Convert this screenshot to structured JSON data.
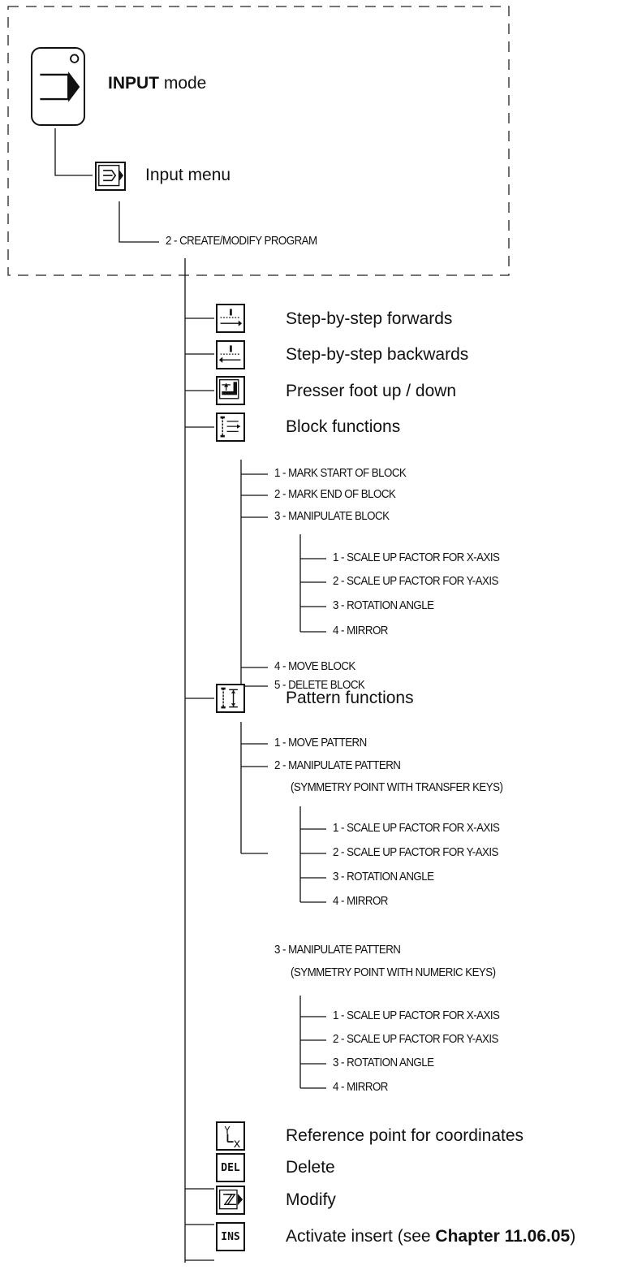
{
  "header": {
    "mode_bold": "INPUT",
    "mode_rest": " mode",
    "input_menu": "Input menu",
    "create_modify": "2 -  CREATE/MODIFY PROGRAM"
  },
  "functions": {
    "step_forwards": "Step-by-step forwards",
    "step_backwards": "Step-by-step backwards",
    "presser_foot": "Presser foot up / down",
    "block_functions": "Block functions",
    "pattern_functions": "Pattern functions",
    "reference_point": "Reference point for coordinates",
    "delete": "Delete",
    "modify": "Modify",
    "activate_insert_main": "Activate insert",
    "activate_insert_see": " (see ",
    "activate_insert_chapter": "Chapter 11.06.05",
    "activate_insert_close": ")"
  },
  "block_menu": {
    "item1": "1 -  MARK START OF BLOCK",
    "item2": "2 -  MARK END OF BLOCK",
    "item3": "3 -  MANIPULATE BLOCK",
    "sub1": "1 -  SCALE UP FACTOR FOR X-AXIS",
    "sub2": "2 -  SCALE UP FACTOR FOR Y-AXIS",
    "sub3": "3 -  ROTATION ANGLE",
    "sub4": "4 -  MIRROR",
    "item4": "4 -  MOVE BLOCK",
    "item5": "5 -  DELETE BLOCK"
  },
  "pattern_menu": {
    "item1": "1 -  MOVE PATTERN",
    "item2": "2 -  MANIPULATE PATTERN",
    "item2_note": "(SYMMETRY POINT WITH TRANSFER KEYS)",
    "a_sub1": "1 -  SCALE UP FACTOR FOR X-AXIS",
    "a_sub2": "2 -  SCALE UP FACTOR FOR Y-AXIS",
    "a_sub3": "3 -  ROTATION ANGLE",
    "a_sub4": "4 -  MIRROR",
    "item3": "3 -  MANIPULATE PATTERN",
    "item3_note": "(SYMMETRY POINT WITH NUMERIC KEYS)",
    "b_sub1": "1 -  SCALE UP FACTOR FOR X-AXIS",
    "b_sub2": "2 -  SCALE UP FACTOR FOR Y-AXIS",
    "b_sub3": "3 -  ROTATION ANGLE",
    "b_sub4": "4 -  MIRROR"
  },
  "icons": {
    "del_label": "DEL",
    "ins_label": "INS",
    "ref_y": "Y",
    "ref_x": "x"
  }
}
